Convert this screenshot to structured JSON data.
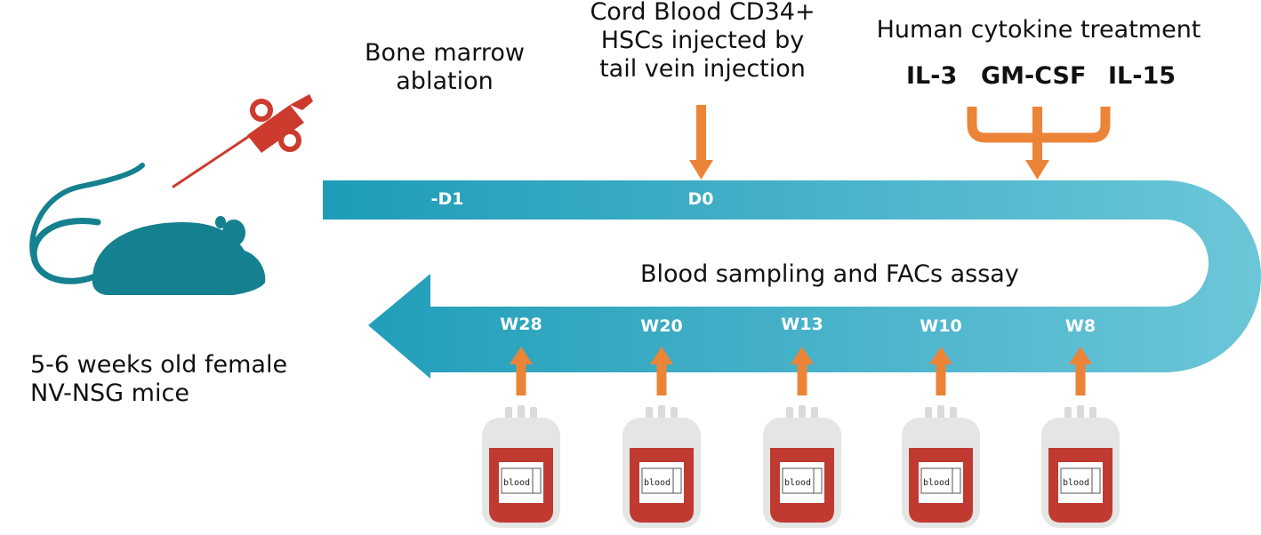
{
  "steps": {
    "ablation": "Bone marrow\nablation",
    "hsc_injection": "Cord Blood CD34+\nHSCs injected by\ntail vein injection",
    "cytokine_title": "Human cytokine treatment",
    "blood_sampling": "Blood sampling and FACs assay"
  },
  "cytokines": [
    "IL-3",
    "GM-CSF",
    "IL-15"
  ],
  "mouse_caption": "5-6 weeks old female\nNV-NSG mice",
  "timeline_top": [
    "-D1",
    "D0"
  ],
  "timeline_bottom": [
    "W28",
    "W20",
    "W13",
    "W10",
    "W8"
  ],
  "bag_label": "blood",
  "colors": {
    "timeline": "#2aa4bd",
    "arrow": "#ec8437",
    "mouse": "#15808f",
    "syringe": "#cc3b2e",
    "blood": "#c13a32"
  }
}
